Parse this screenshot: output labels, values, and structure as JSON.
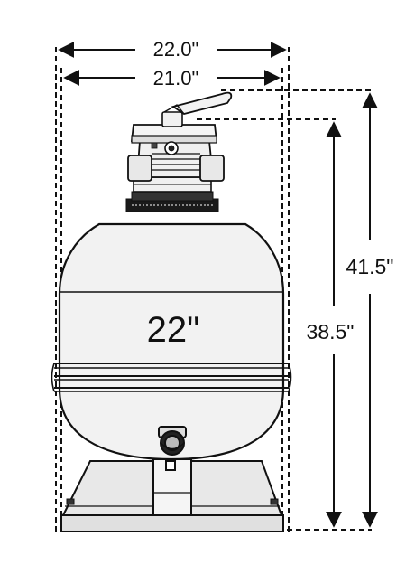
{
  "dimensions": {
    "outer_width": "22.0\"",
    "inner_width": "21.0\"",
    "total_height": "41.5\"",
    "valve_height": "38.5\"",
    "tank_size": "22\""
  },
  "colors": {
    "stroke": "#111111",
    "tank_fill": "#f2f2f2",
    "base_fill": "#e8e8e8",
    "valve_fill": "#f0f0f0",
    "dark": "#1a1a1a"
  }
}
